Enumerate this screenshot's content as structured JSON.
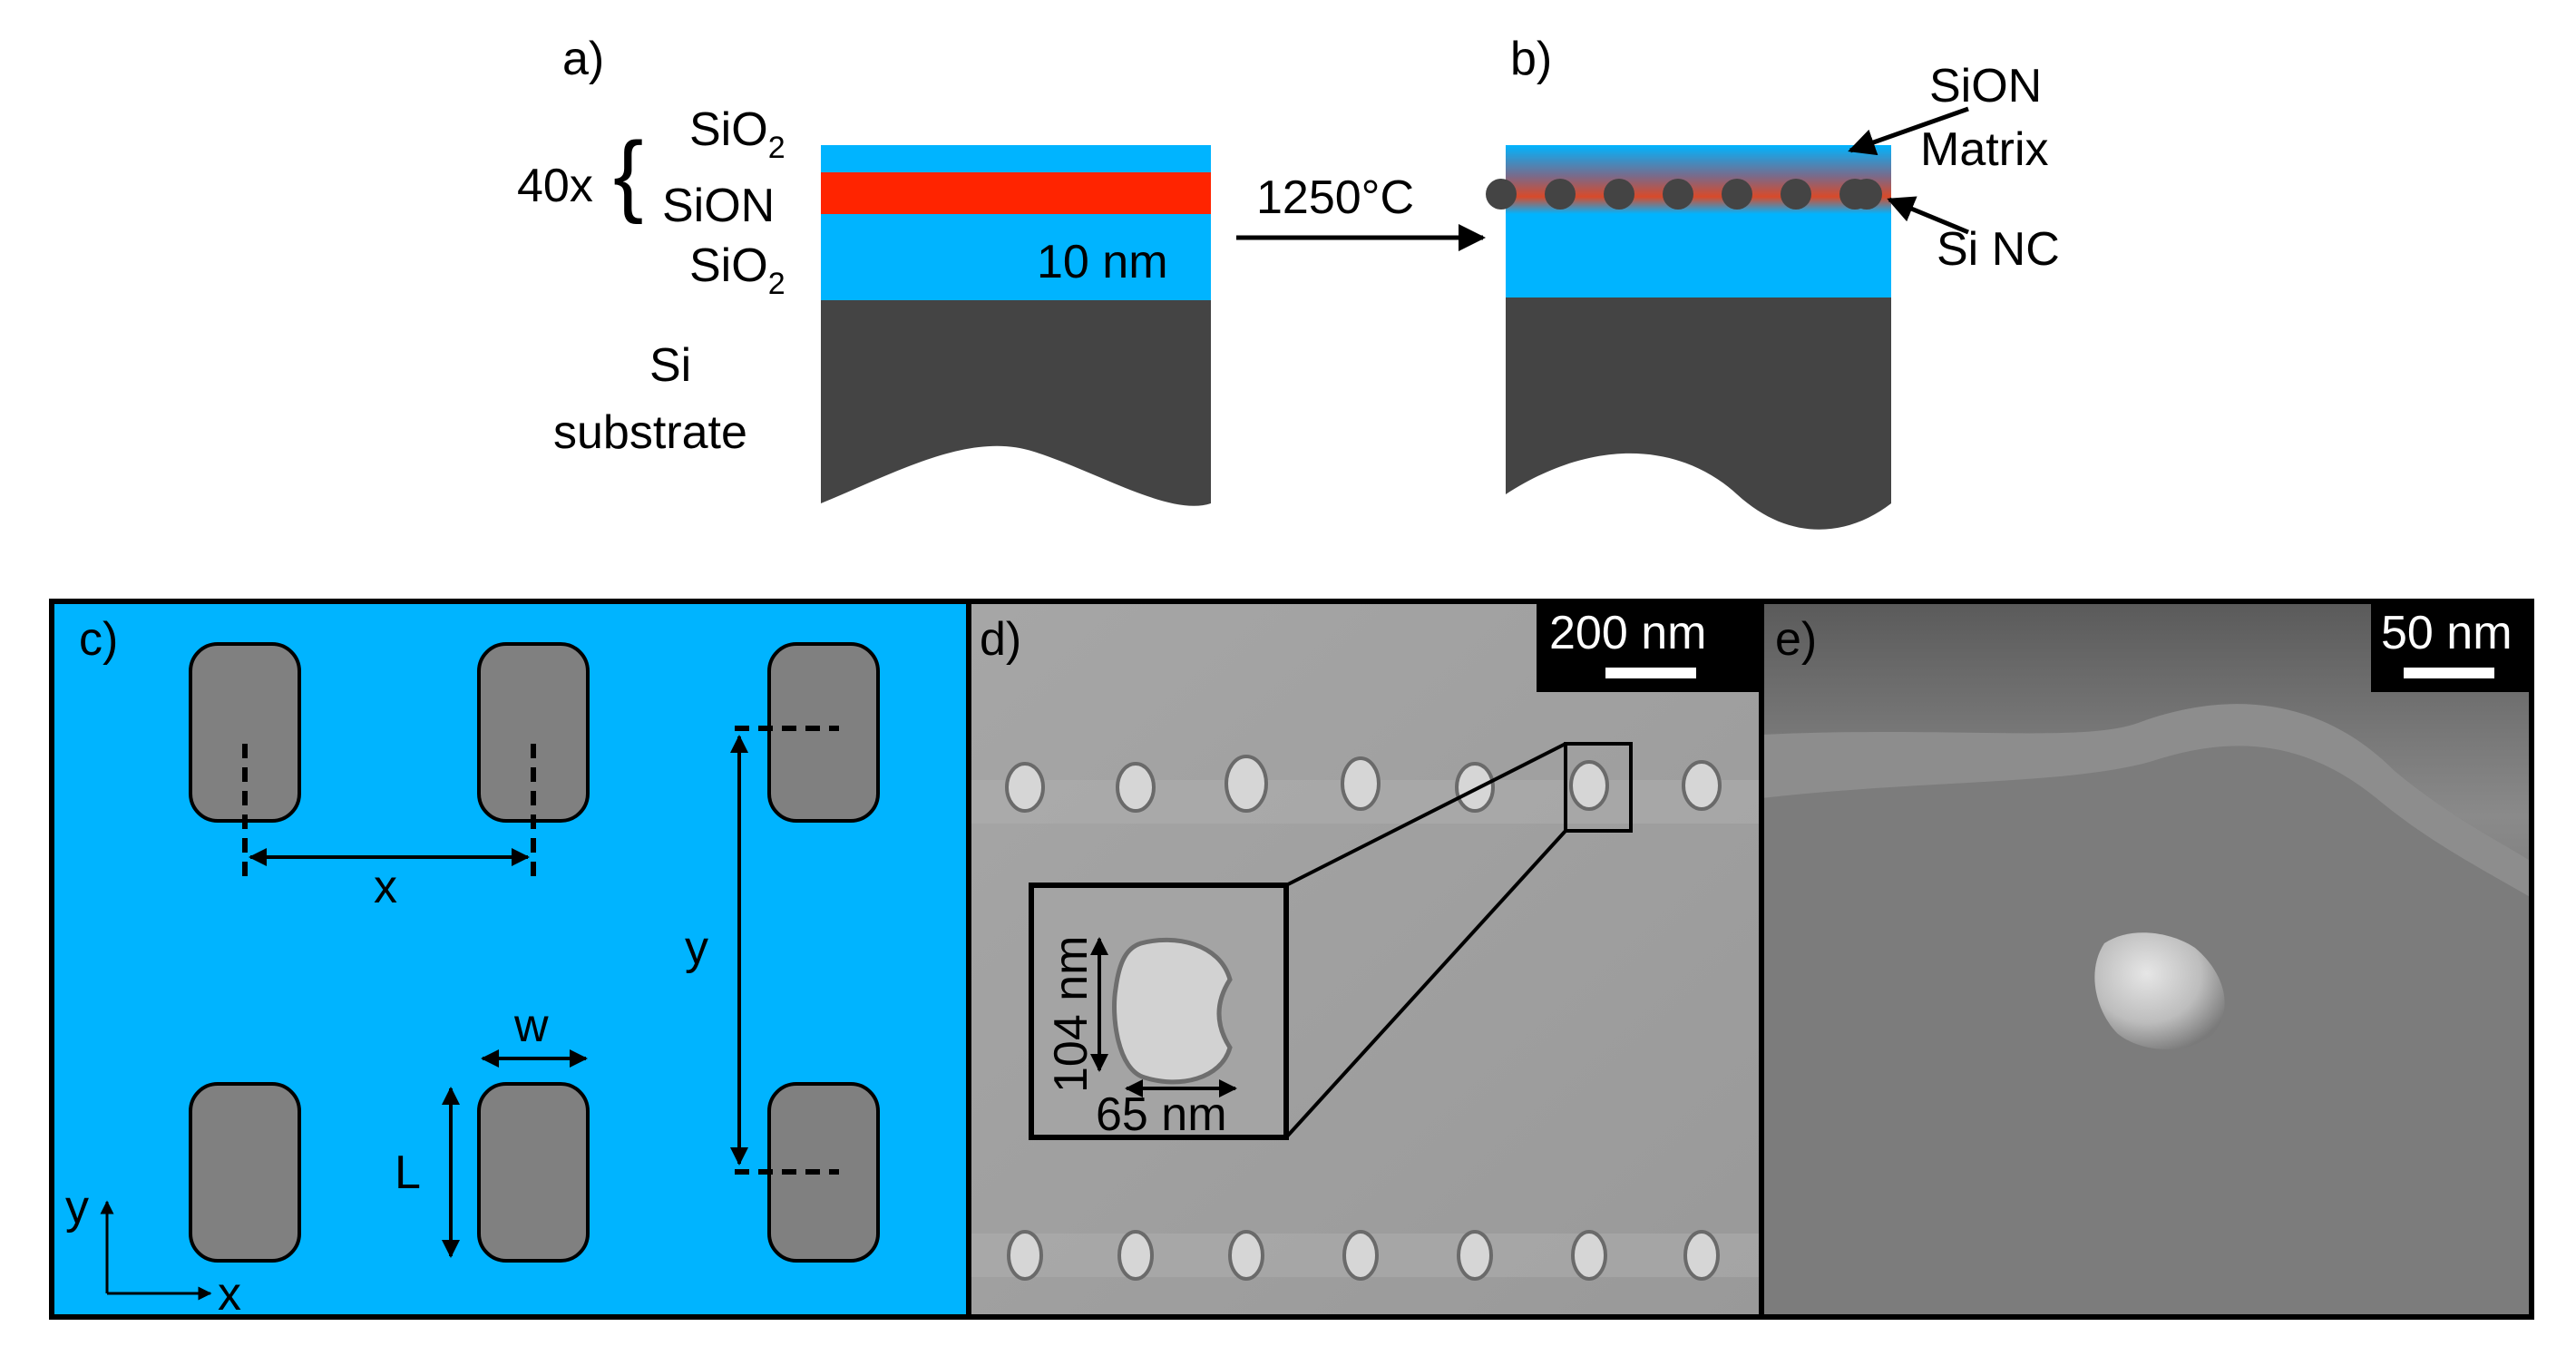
{
  "panel_a": {
    "label": "a)",
    "top_layer": "SiO",
    "top_layer_sub": "2",
    "repeat": "40x",
    "brace": "{",
    "middle_layer": "SiON",
    "bottom_layer": "SiO",
    "bottom_layer_sub": "2",
    "thickness": "10 nm",
    "substrate_line1": "Si",
    "substrate_line2": "substrate"
  },
  "arrow": {
    "label": "1250°C"
  },
  "panel_b": {
    "label": "b)",
    "matrix_line1": "SiON",
    "matrix_line2": "Matrix",
    "nc_label": "Si NC"
  },
  "panel_c": {
    "label": "c)",
    "x_label": "x",
    "y_label": "y",
    "w_label": "w",
    "l_label": "L",
    "axis_y": "y",
    "axis_x": "x"
  },
  "panel_d": {
    "label": "d)",
    "scale_bar": "200 nm",
    "inset_height": "104 nm",
    "inset_width": "65 nm"
  },
  "panel_e": {
    "label": "e)",
    "scale_bar": "50 nm"
  },
  "colors": {
    "sio2": "#00B4FF",
    "sion": "#FF2400",
    "substrate": "#444444",
    "pad": "#808080",
    "sem_bg": "#9e9e9e"
  }
}
